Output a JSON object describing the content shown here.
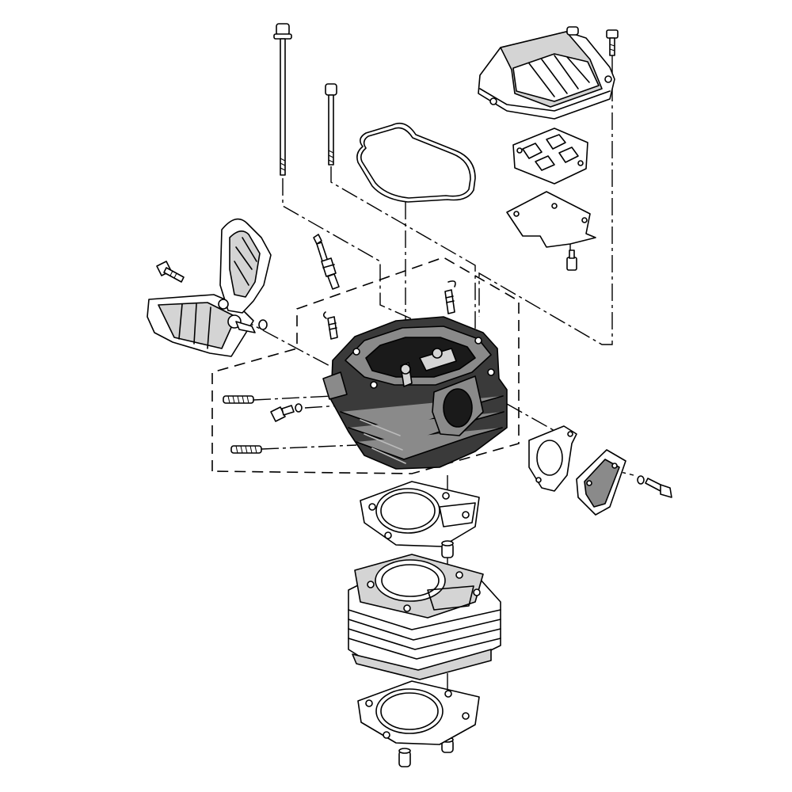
{
  "diagram": {
    "kind": "exploded-view",
    "colors": {
      "line": "#000000",
      "paper": "#ffffff",
      "head_fill": "#3a3a3a",
      "light_fill": "#d4d4d4"
    },
    "parts": [
      "long-head-bolt",
      "short-head-bolt",
      "head-cover",
      "head-cover-bolt",
      "breather-plate",
      "breather-gasket",
      "head-cover-gasket",
      "cam-chain-guide",
      "spark-plug",
      "valve-cap",
      "cylinder-head",
      "stud-bolt",
      "flange-bolt",
      "side-cover-gasket",
      "side-cover",
      "cylinder-head-gasket",
      "dowel-pin",
      "cylinder-block",
      "cylinder-base-gasket"
    ]
  }
}
